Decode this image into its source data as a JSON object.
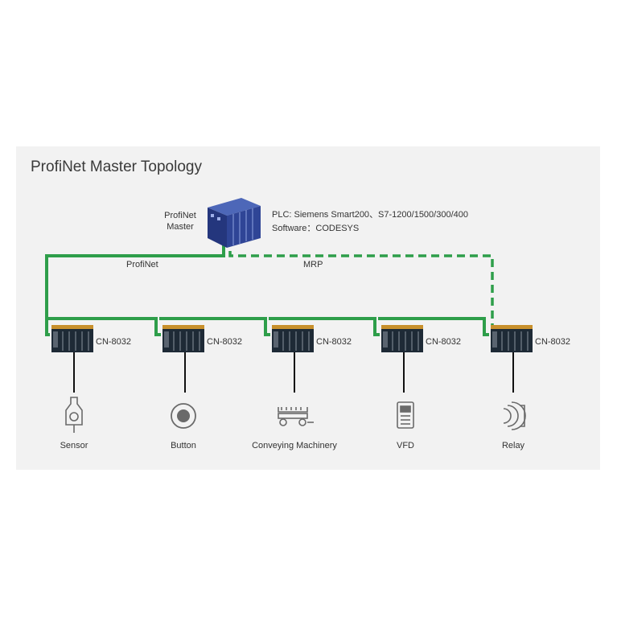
{
  "title": "ProfiNet Master Topology",
  "master": {
    "label_line1": "ProfiNet",
    "label_line2": "Master",
    "plc_line": "PLC: Siemens Smart200、S7-1200/1500/300/400",
    "software_line": "Software：CODESYS"
  },
  "links": {
    "profinet": "ProfiNet",
    "mrp": "MRP"
  },
  "colors": {
    "profinet_line": "#2e9e4a",
    "device_line": "#111111",
    "panel_bg": "#f2f2f2",
    "plc_blue": "#2b3f8c"
  },
  "modules": [
    {
      "model": "CN-8032",
      "device": "Sensor",
      "icon": "sensor-icon"
    },
    {
      "model": "CN-8032",
      "device": "Button",
      "icon": "button-icon"
    },
    {
      "model": "CN-8032",
      "device": "Conveying Machinery",
      "icon": "conveyor-icon"
    },
    {
      "model": "CN-8032",
      "device": "VFD",
      "icon": "vfd-icon"
    },
    {
      "model": "CN-8032",
      "device": "Relay",
      "icon": "relay-icon"
    }
  ]
}
